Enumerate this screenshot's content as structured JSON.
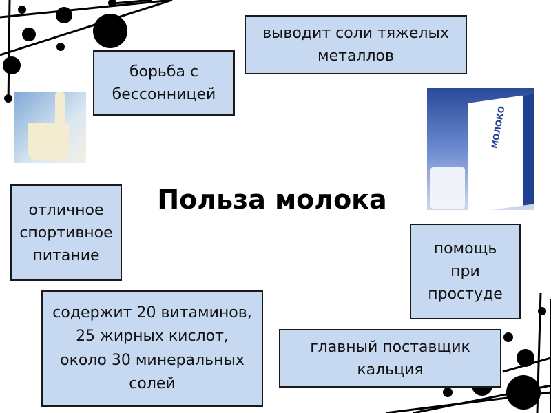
{
  "title": "Польза молока",
  "boxes": {
    "insomnia": [
      "борьба с",
      "бессонницей"
    ],
    "metals": [
      "выводит соли тяжелых",
      "металлов"
    ],
    "sport": [
      "отличное",
      "спортивное",
      "питание"
    ],
    "content": [
      "содержит 20 витаминов,",
      "25 жирных кислот,",
      "около 30 минеральных",
      "солей"
    ],
    "cold": [
      "помощь",
      "при",
      "простуде"
    ],
    "calcium": [
      "главный поставщик",
      "кальция"
    ]
  },
  "carton_label": "МОЛОКО",
  "colors": {
    "box_fill": "#c6d9f1",
    "box_border": "#1a1a1a"
  }
}
